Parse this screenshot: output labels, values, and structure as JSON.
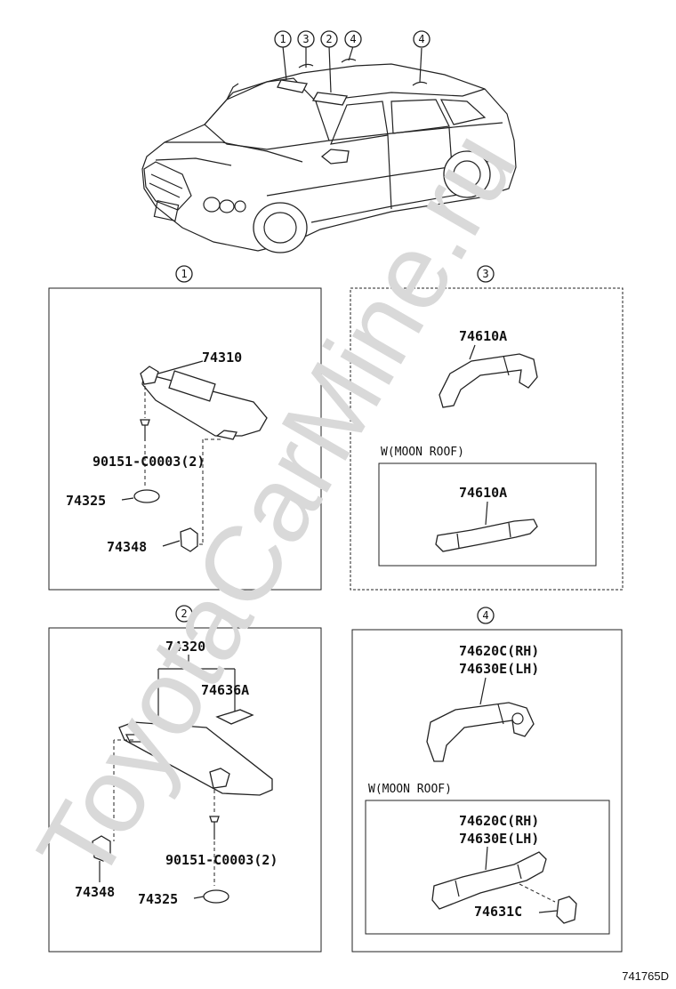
{
  "watermark": "ToyotaCarMine.ru",
  "reference_code": "741765D",
  "overview": {
    "callouts": [
      "1",
      "3",
      "2",
      "4",
      "4"
    ]
  },
  "panels": {
    "p1": {
      "number": "1",
      "parts": [
        "74310",
        "90151-C0003(2)",
        "74325",
        "74348"
      ]
    },
    "p2": {
      "number": "2",
      "parts": [
        "74320",
        "74636A",
        "90151-C0003(2)",
        "74348",
        "74325"
      ]
    },
    "p3": {
      "number": "3",
      "part": "74610A",
      "variant": {
        "title": "W(MOON ROOF)",
        "part": "74610A"
      }
    },
    "p4": {
      "number": "4",
      "part_rh": "74620C(RH)",
      "part_lh": "74630E(LH)",
      "variant": {
        "title": "W(MOON ROOF)",
        "part_rh": "74620C(RH)",
        "part_lh": "74630E(LH)",
        "part_extra": "74631C"
      }
    }
  }
}
